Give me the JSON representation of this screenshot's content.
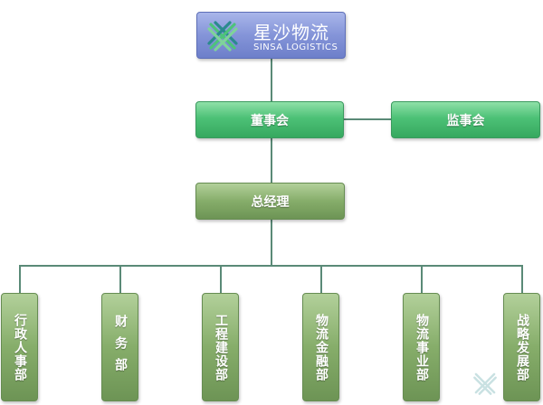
{
  "logo": {
    "name_cn": "星沙物流",
    "name_en": "SINSA LOGISTICS",
    "icon": "sinsa-logo-icon"
  },
  "board": {
    "label": "董事会"
  },
  "supervisory": {
    "label": "监事会"
  },
  "gm": {
    "label": "总经理"
  },
  "departments": [
    {
      "label": "行政人事部"
    },
    {
      "label": "财务部"
    },
    {
      "label": "工程建设部"
    },
    {
      "label": "物流金融部"
    },
    {
      "label": "物流事业部"
    },
    {
      "label": "战略发展部"
    }
  ],
  "colors": {
    "logo": "#8494d8",
    "board": "#4cc176",
    "gm": "#86ad6a",
    "connector": "#5a8a77"
  }
}
